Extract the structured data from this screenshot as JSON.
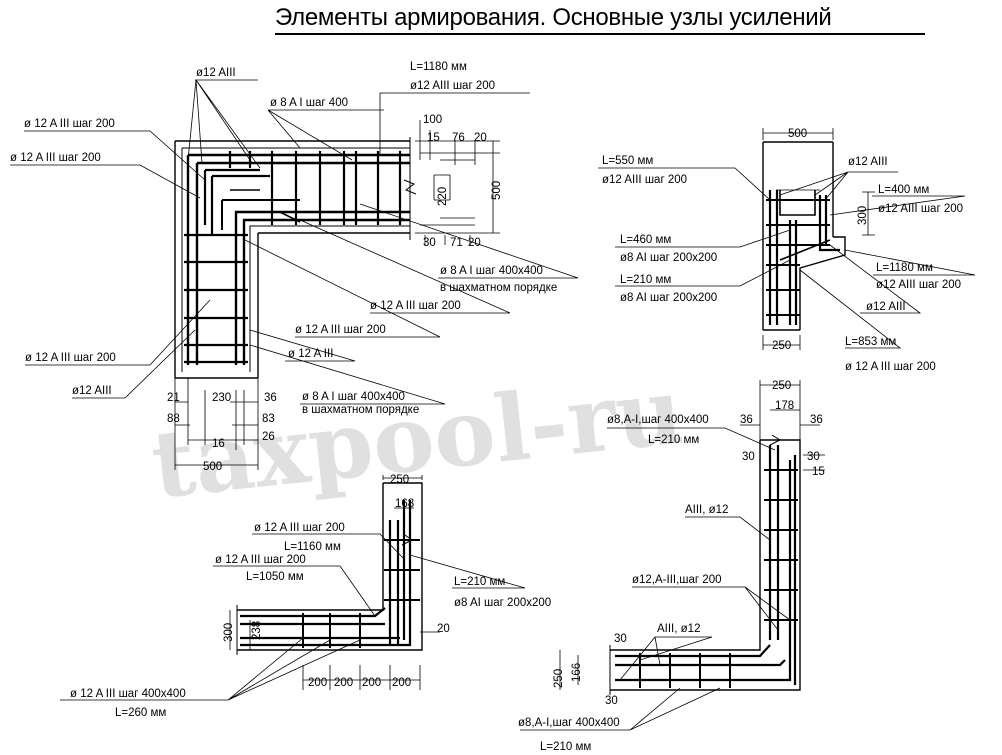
{
  "title": "Элементы армирования. Основные узлы усилений",
  "watermark": "taxpool-ru",
  "colors": {
    "line": "#000000",
    "watermark": "#bdbdbd"
  },
  "node1": {
    "labels": [
      {
        "id": "n1-l1",
        "text": "ø12 AIII"
      },
      {
        "id": "n1-l2",
        "text": "ø 8 A I шаг 400"
      },
      {
        "id": "n1-l3",
        "text": "ø 12 A III шаг 200"
      },
      {
        "id": "n1-l4",
        "text": "ø 12 A III шаг 200"
      },
      {
        "id": "n1-l5",
        "text": "L=1180 мм"
      },
      {
        "id": "n1-l6",
        "text": "ø12 AIII шаг 200"
      },
      {
        "id": "n1-l7",
        "text": "ø 8 A I шаг 400x400"
      },
      {
        "id": "n1-l8",
        "text": "в шахматном порядке"
      },
      {
        "id": "n1-l9",
        "text": "ø 12 A III шаг 200"
      },
      {
        "id": "n1-l10",
        "text": "ø 12 A III шаг 200"
      },
      {
        "id": "n1-l11",
        "text": "ø 12 A III шаг 200"
      },
      {
        "id": "n1-l12",
        "text": "ø 12 A III"
      },
      {
        "id": "n1-l13",
        "text": "ø12 AIII"
      },
      {
        "id": "n1-l14",
        "text": "ø 8 A I шаг 400x400"
      },
      {
        "id": "n1-l15",
        "text": "в шахматном порядке"
      }
    ],
    "dims": [
      "100",
      "15",
      "76",
      "20",
      "220",
      "500",
      "30",
      "71",
      "20",
      "21",
      "88",
      "230",
      "36",
      "83",
      "26",
      "16",
      "500"
    ]
  },
  "node2": {
    "labels": [
      {
        "id": "n2-l1",
        "text": "L=550 мм"
      },
      {
        "id": "n2-l2",
        "text": "ø12 AIII шаг 200"
      },
      {
        "id": "n2-l3",
        "text": "ø12 AIII"
      },
      {
        "id": "n2-l4",
        "text": "L=400 мм"
      },
      {
        "id": "n2-l5",
        "text": "ø12 AIII шаг 200"
      },
      {
        "id": "n2-l6",
        "text": "L=460 мм"
      },
      {
        "id": "n2-l7",
        "text": "ø8 AI шаг 200x200"
      },
      {
        "id": "n2-l8",
        "text": "L=210 мм"
      },
      {
        "id": "n2-l9",
        "text": "ø8 AI шаг 200x200"
      },
      {
        "id": "n2-l10",
        "text": "L=1180 мм"
      },
      {
        "id": "n2-l11",
        "text": "ø12 AIII шаг 200"
      },
      {
        "id": "n2-l12",
        "text": "ø12 AIII"
      },
      {
        "id": "n2-l13",
        "text": "L=853 мм"
      },
      {
        "id": "n2-l14",
        "text": "ø 12 A III шаг 200"
      }
    ],
    "dims": [
      "500",
      "300",
      "250"
    ]
  },
  "node3": {
    "labels": [
      {
        "id": "n3-l1",
        "text": "ø 12 A III шаг 200"
      },
      {
        "id": "n3-l2",
        "text": "L=1160 мм"
      },
      {
        "id": "n3-l3",
        "text": "ø 12 A III шаг 200"
      },
      {
        "id": "n3-l4",
        "text": "L=1050 мм"
      },
      {
        "id": "n3-l5",
        "text": "L=210 мм"
      },
      {
        "id": "n3-l6",
        "text": "ø8 AI шаг 200x200"
      },
      {
        "id": "n3-l7",
        "text": "ø 12 A III шаг 400x400"
      },
      {
        "id": "n3-l8",
        "text": "L=260 мм"
      }
    ],
    "dims": [
      "250",
      "168",
      "300",
      "238",
      "20",
      "200",
      "200",
      "200",
      "200"
    ]
  },
  "node4": {
    "labels": [
      {
        "id": "n4-l1",
        "text": "ø8,A-I,шаг 400x400"
      },
      {
        "id": "n4-l2",
        "text": "L=210 мм"
      },
      {
        "id": "n4-l3",
        "text": "AIII, ø12"
      },
      {
        "id": "n4-l4",
        "text": "ø12,A-III,шаг 200"
      },
      {
        "id": "n4-l5",
        "text": "AIII, ø12"
      },
      {
        "id": "n4-l6",
        "text": "ø8,A-I,шаг 400x400"
      },
      {
        "id": "n4-l7",
        "text": "L=210 мм"
      }
    ],
    "dims": [
      "250",
      "178",
      "36",
      "36",
      "30",
      "30",
      "15",
      "30",
      "250",
      "166",
      "30"
    ]
  }
}
